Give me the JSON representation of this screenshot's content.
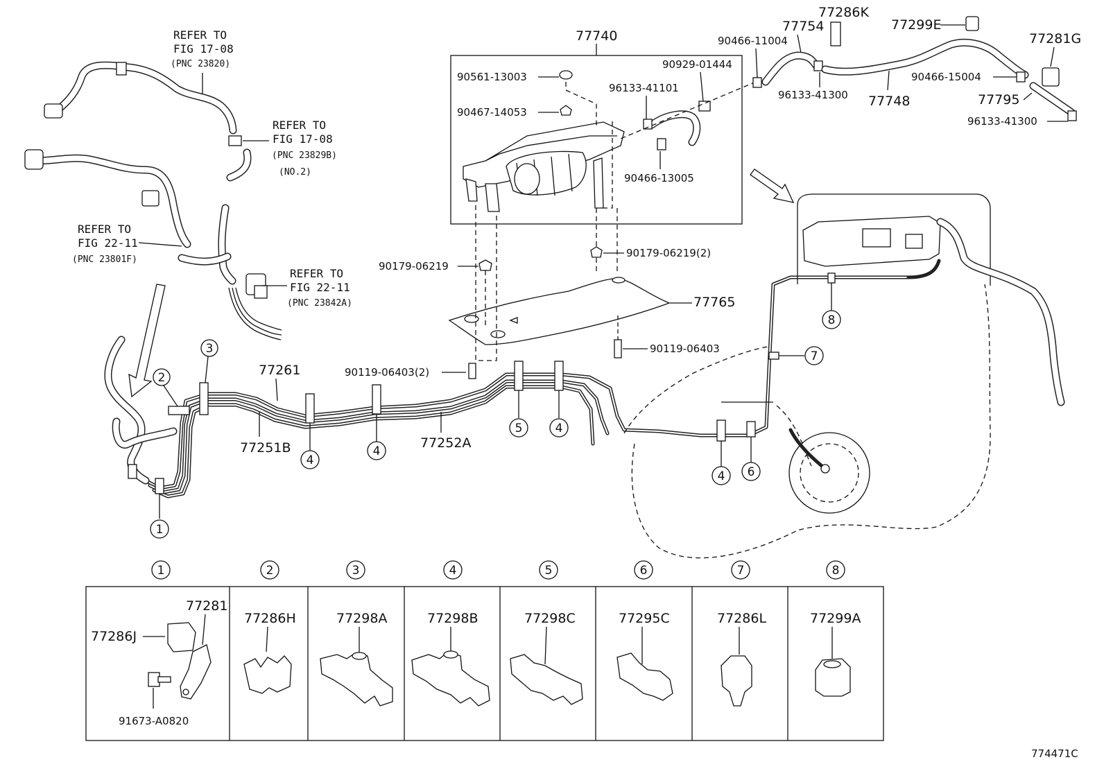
{
  "figure_code": "774471C",
  "refers": [
    {
      "line1": "REFER TO",
      "line2": "FIG 17-08",
      "pnc": "(PNC 23820)",
      "extra": ""
    },
    {
      "line1": "REFER TO",
      "line2": "FIG 17-08",
      "pnc": "(PNC 23829B)",
      "extra": "(NO.2)"
    },
    {
      "line1": "REFER TO",
      "line2": "FIG 22-11",
      "pnc": "(PNC 23801F)",
      "extra": ""
    },
    {
      "line1": "REFER TO",
      "line2": "FIG 22-11",
      "pnc": "(PNC 23842A)",
      "extra": ""
    }
  ],
  "main_parts": {
    "canister": "77740",
    "hose_77754": "77754",
    "clip_77286K": "77286K",
    "clip_77299E": "77299E",
    "clip_77281G": "77281G",
    "hose_77748": "77748",
    "hose_77795": "77795",
    "protector": "77765",
    "tube_77261": "77261",
    "tube_77251B": "77251B",
    "tube_77252A": "77252A"
  },
  "fasteners": {
    "f1": "90561-13003",
    "f2": "90467-14053",
    "f3": "96133-41101",
    "f4": "90929-01444",
    "f5": "90466-13005",
    "f6": "90466-11004",
    "f7": "96133-41300",
    "f8": "90466-15004",
    "f9": "96133-41300",
    "f10": "90179-06219",
    "f11": "90179-06219(2)",
    "f12": "90119-06403",
    "f13": "90119-06403(2)"
  },
  "callouts": [
    "1",
    "2",
    "3",
    "4",
    "5",
    "6",
    "7",
    "8"
  ],
  "legend_headers": [
    "1",
    "2",
    "3",
    "4",
    "5",
    "6",
    "7",
    "8"
  ],
  "legend": [
    {
      "labels": [
        "77281",
        "77286J",
        "91673-A0820"
      ]
    },
    {
      "labels": [
        "77286H"
      ]
    },
    {
      "labels": [
        "77298A"
      ]
    },
    {
      "labels": [
        "77298B"
      ]
    },
    {
      "labels": [
        "77298C"
      ]
    },
    {
      "labels": [
        "77295C"
      ]
    },
    {
      "labels": [
        "77286L"
      ]
    },
    {
      "labels": [
        "77299A"
      ]
    }
  ]
}
